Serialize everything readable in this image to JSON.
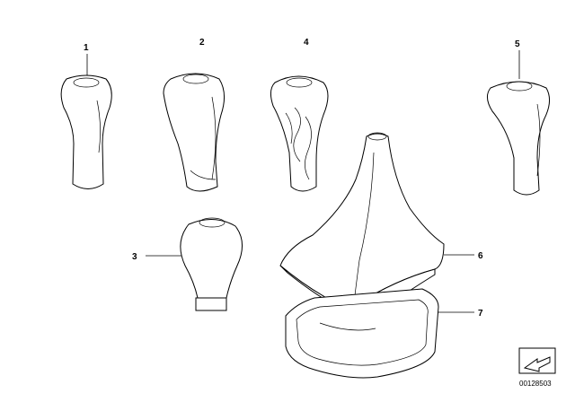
{
  "diagram": {
    "parts": [
      {
        "label": "1",
        "icon": "gear-knob-tapered-icon"
      },
      {
        "label": "2",
        "icon": "gear-knob-leather-icon"
      },
      {
        "label": "3",
        "icon": "gear-knob-round-icon"
      },
      {
        "label": "4",
        "icon": "gear-knob-wood-icon"
      },
      {
        "label": "5",
        "icon": "gear-knob-chrome-icon"
      },
      {
        "label": "6",
        "icon": "shift-boot-icon"
      },
      {
        "label": "7",
        "icon": "boot-frame-icon"
      }
    ],
    "diagram_id": "00128503",
    "icon": "direction-arrow-icon"
  }
}
